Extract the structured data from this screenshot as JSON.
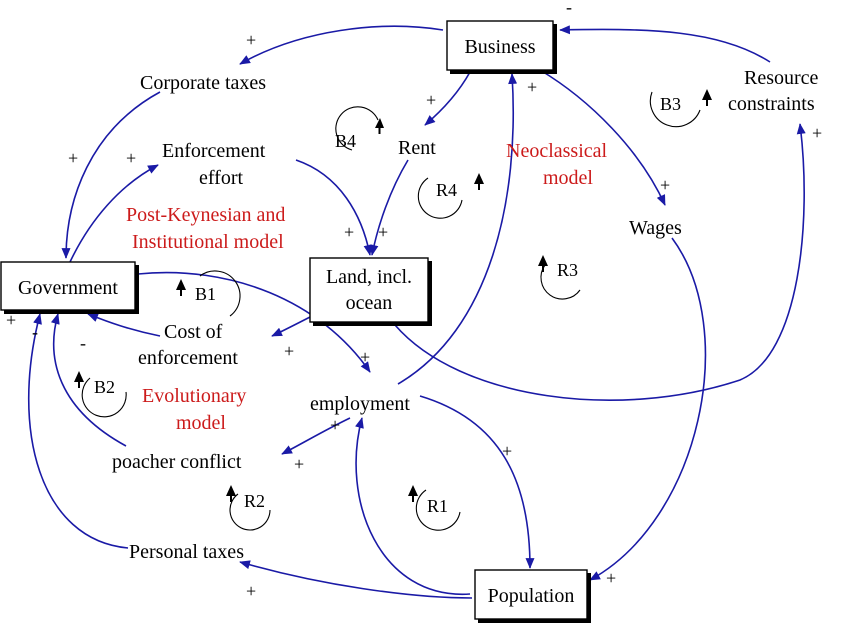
{
  "nodes": {
    "business": "Business",
    "government": "Government",
    "land_line1": "Land, incl.",
    "land_line2": "ocean",
    "population": "Population"
  },
  "variables": {
    "corporate_taxes": "Corporate taxes",
    "enforcement_line1": "Enforcement",
    "enforcement_line2": "effort",
    "rent": "Rent",
    "wages": "Wages",
    "resource_line1": "Resource",
    "resource_line2": "constraints",
    "cost_line1": "Cost of",
    "cost_line2": "enforcement",
    "employment": "employment",
    "poacher_conflict": "poacher conflict",
    "personal_taxes": "Personal taxes"
  },
  "models": {
    "pk_line1": "Post-Keynesian and",
    "pk_line2": "Institutional model",
    "neo_line1": "Neoclassical",
    "neo_line2": "model",
    "evo_line1": "Evolutionary",
    "evo_line2": "model"
  },
  "loops": {
    "b1": "B1",
    "b2": "B2",
    "b3": "B3",
    "b4": "B4",
    "r1": "R1",
    "r2": "R2",
    "r3": "R3",
    "r4": "R4"
  },
  "signs": {
    "plus": "+",
    "minus": "-"
  },
  "colors": {
    "arrow": "#1a1aa6",
    "model_text": "#cc1b1b"
  }
}
